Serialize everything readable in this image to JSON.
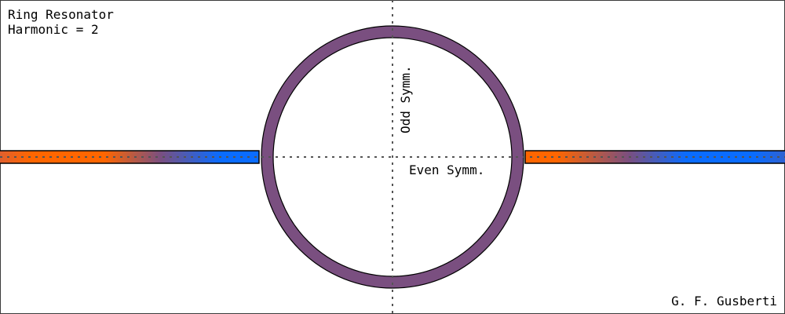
{
  "title": "Ring Resonator",
  "harmonic_label": "Harmonic = 2",
  "author": "G. F. Gusberti",
  "axes": {
    "vertical_label": "Odd Symm.",
    "horizontal_label": "Even Symm."
  },
  "colors": {
    "ring": "#7a4f80",
    "waveguide_orange": "#ff6600",
    "waveguide_purple": "#7a4f80",
    "waveguide_blue": "#0a6cff",
    "outline": "#000000",
    "frame": "#3a3a3a"
  }
}
